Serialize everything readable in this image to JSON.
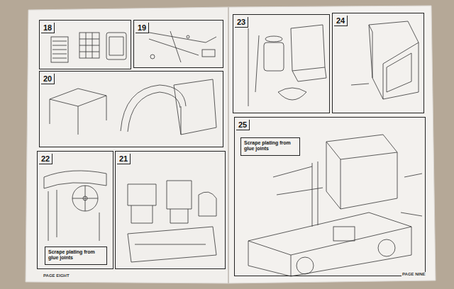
{
  "diagram": {
    "nodes": [
      {
        "text": [
          "18"
        ]
      },
      {
        "text": [
          "19"
        ]
      },
      {
        "text": [
          "20"
        ]
      },
      {
        "text": [
          "22"
        ]
      },
      {
        "text": [
          "Scrape plating from glue joints"
        ],
        "in": 3
      },
      {
        "text": [
          "21"
        ]
      },
      {
        "text": [
          "23"
        ]
      },
      {
        "text": [
          "24"
        ]
      },
      {
        "text": [
          "25"
        ]
      },
      {
        "text": [
          "Scrape plating from glue joints"
        ],
        "in": 8
      }
    ],
    "labels": [
      "PAGE EIGHT",
      "PAGE NINE"
    ]
  }
}
